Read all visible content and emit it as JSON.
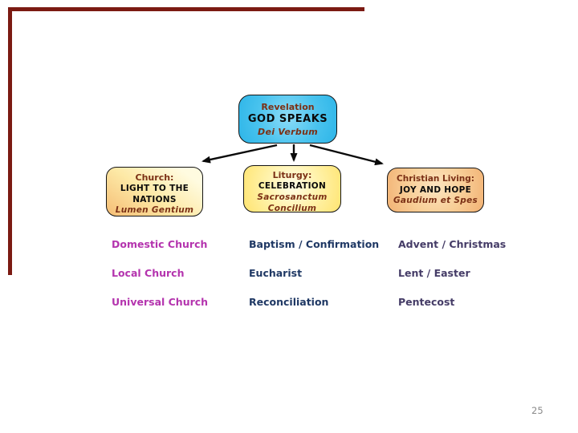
{
  "slide": {
    "background": "#ffffff",
    "accent_border_color": "#7b1a12",
    "page_number": "25"
  },
  "boxes": {
    "revelation": {
      "heading": "Revelation",
      "emphasis": "GOD SPEAKS",
      "document": "Dei Verbum",
      "fill": "#45c1ec",
      "heading_color": "#7b3015",
      "emphasis_color": "#0a0a0a"
    },
    "church": {
      "heading": "Church:",
      "emphasis": "LIGHT TO THE NATIONS",
      "document": "Lumen Gentium",
      "fill": "#fde9a6"
    },
    "liturgy": {
      "heading": "Liturgy:",
      "emphasis": "CELEBRATION",
      "document": "Sacrosanctum Concilium",
      "fill": "#fff3ae"
    },
    "christian_living": {
      "heading": "Christian Living:",
      "emphasis": "JOY AND HOPE",
      "document": "Gaudium et Spes",
      "fill": "#f8cf98"
    }
  },
  "lists": {
    "church_column": {
      "color": "#b434ae",
      "items": [
        "Domestic Church",
        "Local Church",
        "Universal Church"
      ]
    },
    "liturgy_column": {
      "color": "#1f3864",
      "items": [
        "Baptism / Confirmation",
        "Eucharist",
        "Reconciliation"
      ]
    },
    "living_column": {
      "color": "#453c67",
      "items": [
        "Advent / Christmas",
        "Lent / Easter",
        "Pentecost"
      ]
    }
  }
}
